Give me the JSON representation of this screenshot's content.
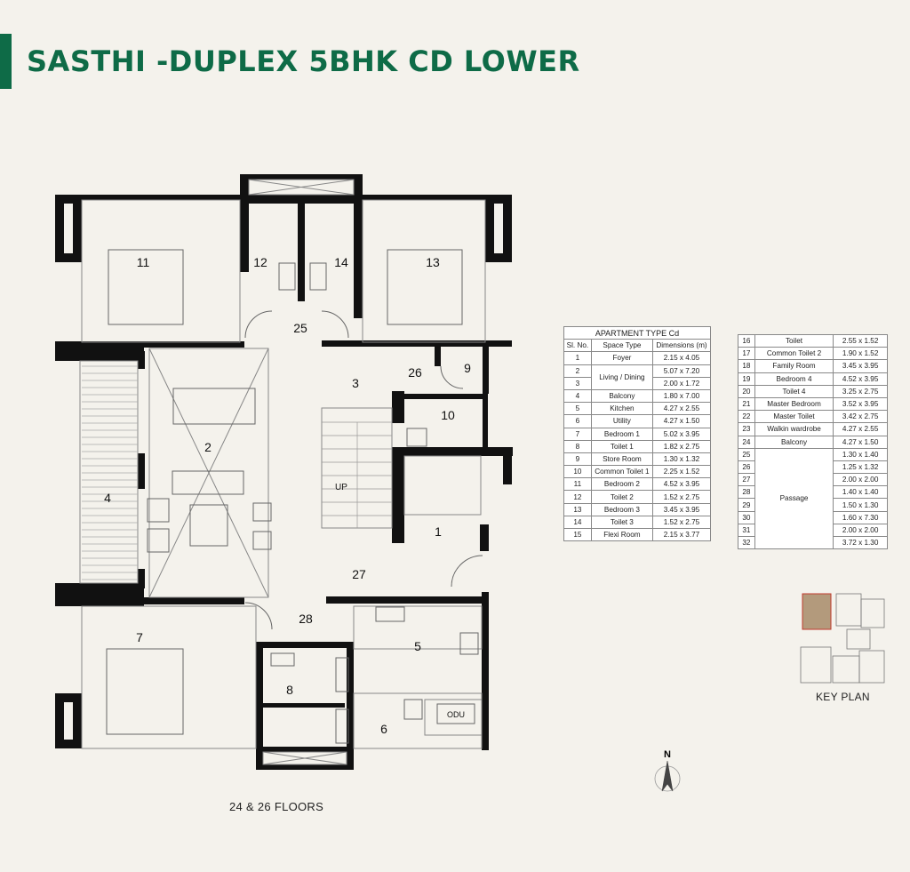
{
  "header": {
    "title": "SASTHI -DUPLEX 5BHK CD LOWER"
  },
  "plan": {
    "floors_label": "24 & 26 FLOORS",
    "up_label": "UP",
    "odu_label": "ODU",
    "rooms": [
      "1",
      "2",
      "3",
      "4",
      "5",
      "6",
      "7",
      "8",
      "9",
      "10",
      "11",
      "12",
      "13",
      "14",
      "25",
      "26",
      "27",
      "28"
    ]
  },
  "table": {
    "title": "APARTMENT TYPE Cd",
    "headers": [
      "Sl. No.",
      "Space Type",
      "Dimensions (m)"
    ],
    "rows_left": [
      [
        "1",
        "Foyer",
        "2.15 x 4.05"
      ],
      [
        "2",
        "Living / Dining",
        "5.07 x 7.20"
      ],
      [
        "3",
        "",
        "2.00 x 1.72"
      ],
      [
        "4",
        "Balcony",
        "1.80 x 7.00"
      ],
      [
        "5",
        "Kitchen",
        "4.27 x 2.55"
      ],
      [
        "6",
        "Utility",
        "4.27 x 1.50"
      ],
      [
        "7",
        "Bedroom 1",
        "5.02 x 3.95"
      ],
      [
        "8",
        "Toilet 1",
        "1.82 x 2.75"
      ],
      [
        "9",
        "Store Room",
        "1.30 x 1.32"
      ],
      [
        "10",
        "Common Toilet 1",
        "2.25 x 1.52"
      ],
      [
        "11",
        "Bedroom 2",
        "4.52 x 3.95"
      ],
      [
        "12",
        "Toilet 2",
        "1.52 x 2.75"
      ],
      [
        "13",
        "Bedroom 3",
        "3.45 x 3.95"
      ],
      [
        "14",
        "Toilet 3",
        "1.52 x 2.75"
      ],
      [
        "15",
        "Flexi Room",
        "2.15 x 3.77"
      ]
    ],
    "rows_right": [
      [
        "16",
        "Toilet",
        "2.55 x 1.52"
      ],
      [
        "17",
        "Common Toilet 2",
        "1.90 x 1.52"
      ],
      [
        "18",
        "Family Room",
        "3.45 x 3.95"
      ],
      [
        "19",
        "Bedroom 4",
        "4.52 x 3.95"
      ],
      [
        "20",
        "Toilet 4",
        "3.25 x 2.75"
      ],
      [
        "21",
        "Master Bedroom",
        "3.52 x 3.95"
      ],
      [
        "22",
        "Master Toilet",
        "3.42 x 2.75"
      ],
      [
        "23",
        "Walkin wardrobe",
        "4.27 x 2.55"
      ],
      [
        "24",
        "Balcony",
        "4.27 x 1.50"
      ]
    ],
    "passage_label": "Passage",
    "rows_passage": [
      [
        "25",
        "1.30 x 1.40"
      ],
      [
        "26",
        "1.25 x 1.32"
      ],
      [
        "27",
        "2.00 x 2.00"
      ],
      [
        "28",
        "1.40 x 1.40"
      ],
      [
        "29",
        "1.50 x 1.30"
      ],
      [
        "30",
        "1.60 x 7.30"
      ],
      [
        "31",
        "2.00 x 2.00"
      ],
      [
        "32",
        "3.72 x 1.30"
      ]
    ]
  },
  "key_plan": {
    "label": "KEY PLAN",
    "highlight_color": "#b39a7c"
  },
  "compass": {
    "north_label": "N"
  },
  "colors": {
    "brand": "#0e6b47",
    "wall": "#111111"
  }
}
